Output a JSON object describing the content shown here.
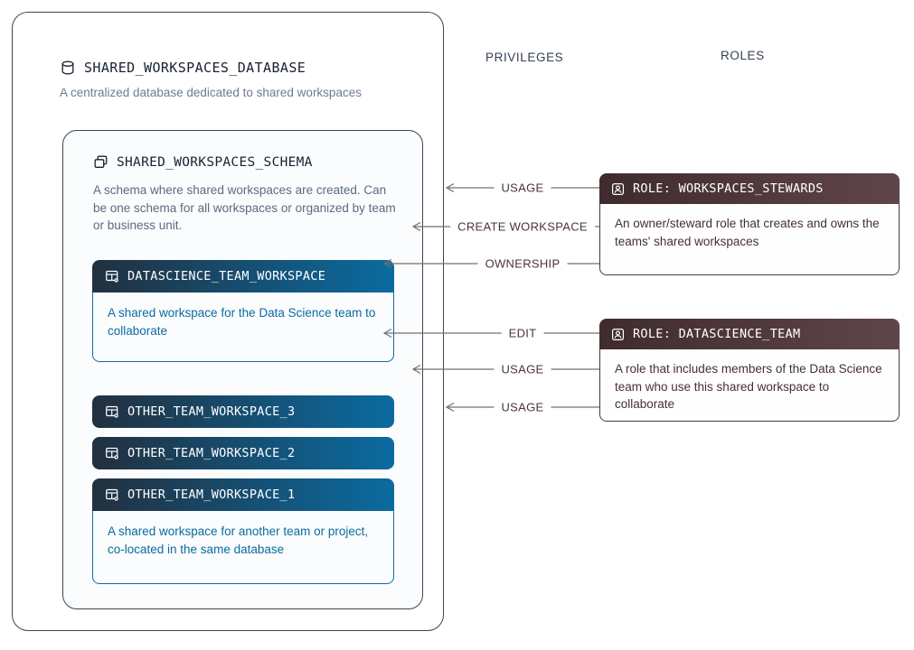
{
  "columns": {
    "privileges_label": "PRIVILEGES",
    "roles_label": "ROLES"
  },
  "database": {
    "title": "SHARED_WORKSPACES_DATABASE",
    "description": "A centralized database dedicated to shared workspaces"
  },
  "schema": {
    "title": "SHARED_WORKSPACES_SCHEMA",
    "description": "A schema where shared workspaces are created. Can be one schema for all workspaces or organized by team or business unit."
  },
  "workspaces": [
    {
      "name": "DATASCIENCE_TEAM_WORKSPACE",
      "description": "A shared workspace for the Data Science team to collaborate"
    },
    {
      "name": "OTHER_TEAM_WORKSPACE_3",
      "description": ""
    },
    {
      "name": "OTHER_TEAM_WORKSPACE_2",
      "description": ""
    },
    {
      "name": "OTHER_TEAM_WORKSPACE_1",
      "description": "A shared workspace for another team or project, co-located in the same database"
    }
  ],
  "roles": [
    {
      "name": "ROLE: WORKSPACES_STEWARDS",
      "description": "An owner/steward role that creates and owns the teams' shared workspaces"
    },
    {
      "name": "ROLE: DATASCIENCE_TEAM",
      "description": "A role that includes members of the Data Science team who use this shared workspace to collaborate"
    }
  ],
  "privileges": [
    {
      "label": "USAGE",
      "from": "ROLE: WORKSPACES_STEWARDS",
      "to": "SHARED_WORKSPACES_DATABASE"
    },
    {
      "label": "CREATE WORKSPACE",
      "from": "ROLE: WORKSPACES_STEWARDS",
      "to": "SHARED_WORKSPACES_SCHEMA"
    },
    {
      "label": "OWNERSHIP",
      "from": "ROLE: WORKSPACES_STEWARDS",
      "to": "DATASCIENCE_TEAM_WORKSPACE"
    },
    {
      "label": "EDIT",
      "from": "ROLE: DATASCIENCE_TEAM",
      "to": "DATASCIENCE_TEAM_WORKSPACE"
    },
    {
      "label": "USAGE",
      "from": "ROLE: DATASCIENCE_TEAM",
      "to": "SHARED_WORKSPACES_SCHEMA"
    },
    {
      "label": "USAGE",
      "from": "ROLE: DATASCIENCE_TEAM",
      "to": "SHARED_WORKSPACES_DATABASE"
    }
  ],
  "colors": {
    "accent_blue": "#0b6ba0",
    "gradient_navy": "#22303f",
    "maroon_dark": "#3f2b2d",
    "maroon_light": "#5f4549",
    "maroon_text": "#443034",
    "border_dark": "#3a4659",
    "arrow_gray": "#707070"
  },
  "icons": {
    "database": "database-icon",
    "schema": "schema-icon",
    "workspace": "workspace-icon",
    "role": "user-badge-icon"
  }
}
